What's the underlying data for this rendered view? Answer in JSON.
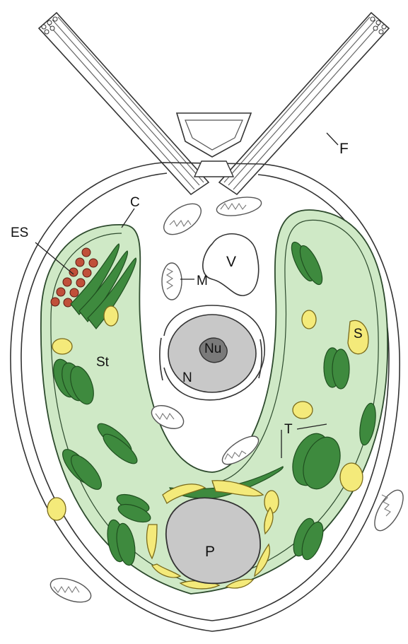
{
  "labels": {
    "flagellum": "F",
    "chloroplast_envelope": "C",
    "eyespot": "ES",
    "mitochondrion": "M",
    "vacuole": "V",
    "nucleolus": "Nu",
    "nucleus": "N",
    "stroma": "St",
    "starch_grain": "S",
    "thylakoid": "T",
    "pyrenoid": "P"
  },
  "colors": {
    "chloroplast_fill": "#cfe9c6",
    "thylakoid": "#3e8a3e",
    "starch": "#f4ea7a",
    "eyespot": "#c0503a",
    "nucleus": "#c8c8c8",
    "nucleolus": "#7a7a7a",
    "pyrenoid": "#c8c8c8"
  }
}
